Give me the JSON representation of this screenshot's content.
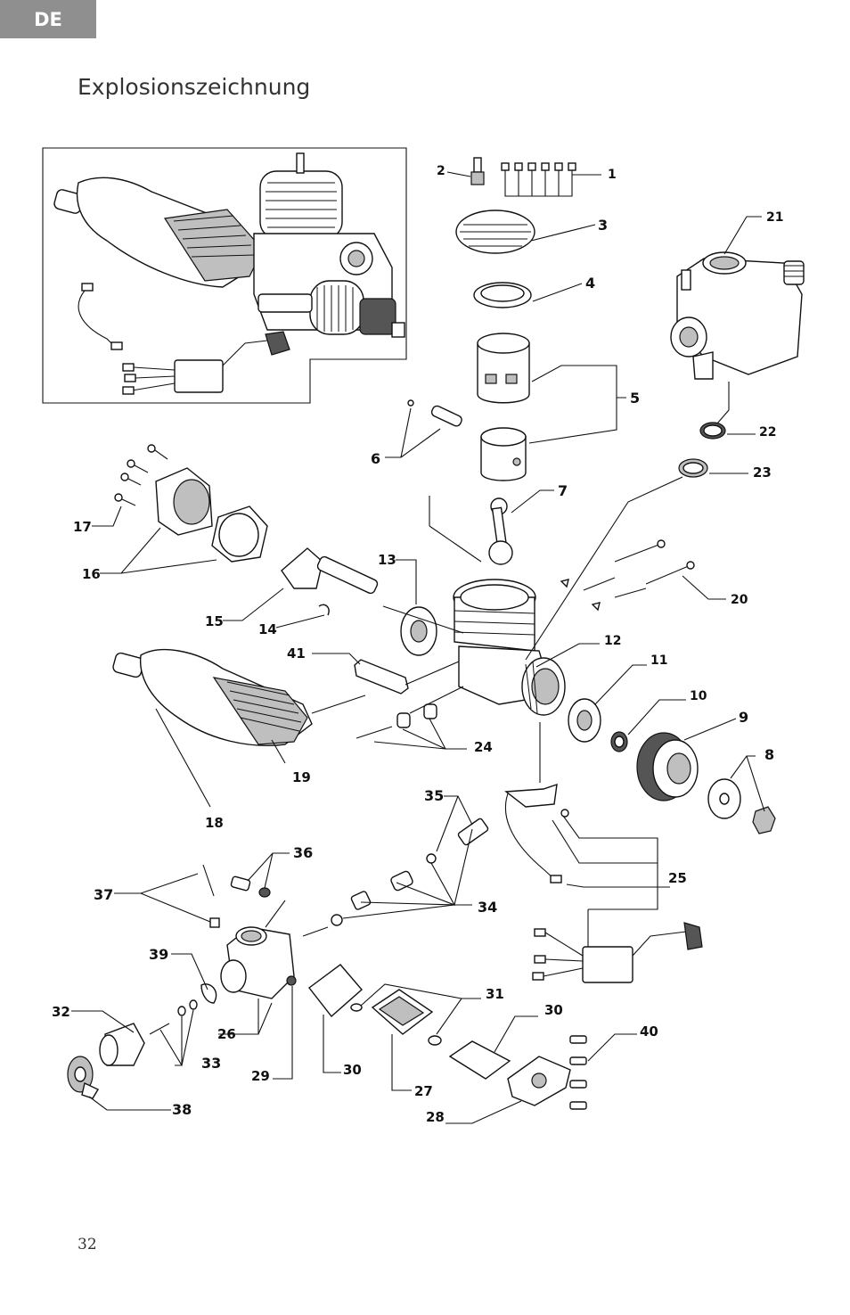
{
  "lang_tab": "DE",
  "title": "Explosionszeichnung",
  "page_number": "32",
  "callouts": {
    "c1": "1",
    "c2": "2",
    "c3": "3",
    "c4": "4",
    "c5": "5",
    "c6": "6",
    "c7": "7",
    "c8": "8",
    "c9": "9",
    "c10": "10",
    "c11": "11",
    "c12": "12",
    "c13": "13",
    "c14": "14",
    "c15": "15",
    "c16": "16",
    "c17": "17",
    "c18": "18",
    "c19": "19",
    "c20": "20",
    "c21": "21",
    "c22": "22",
    "c23": "23",
    "c24": "24",
    "c25": "25",
    "c26": "26",
    "c27": "27",
    "c28": "28",
    "c29": "29",
    "c30a": "30",
    "c30b": "30",
    "c31": "31",
    "c32": "32",
    "c33": "33",
    "c34": "34",
    "c35": "35",
    "c36": "36",
    "c37": "37",
    "c38": "38",
    "c39": "39",
    "c40": "40",
    "c41": "41"
  }
}
